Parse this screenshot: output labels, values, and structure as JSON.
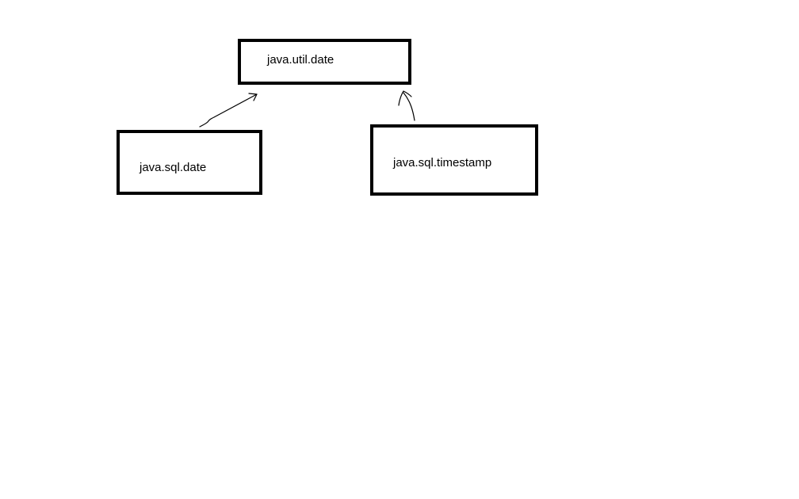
{
  "diagram": {
    "nodes": {
      "parent": {
        "label": "java.util.date"
      },
      "child_left": {
        "label": "java.sql.date"
      },
      "child_right": {
        "label": "java.sql.timestamp"
      }
    },
    "edges": [
      {
        "from": "java.sql.date",
        "to": "java.util.date",
        "arrow": "open-head"
      },
      {
        "from": "java.sql.timestamp",
        "to": "java.util.date",
        "arrow": "open-head"
      }
    ],
    "colors": {
      "stroke": "#000000",
      "background": "#ffffff"
    }
  }
}
